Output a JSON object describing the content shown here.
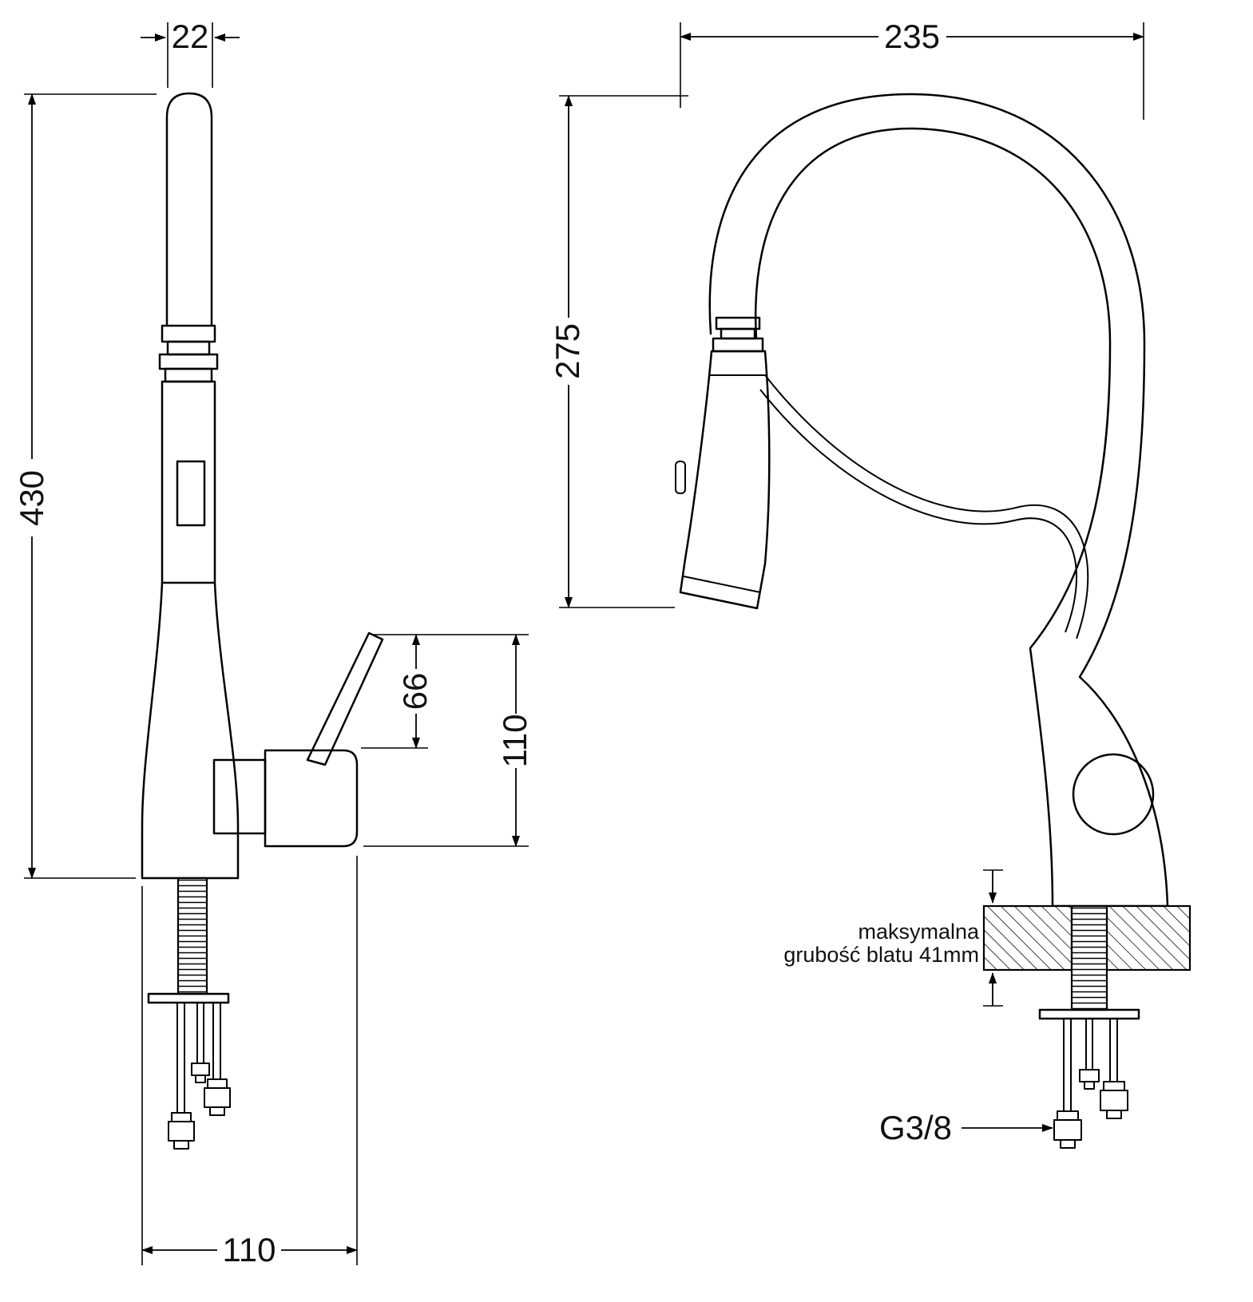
{
  "page": {
    "background": "#ffffff",
    "line_color": "#000000"
  },
  "left_view": {
    "dim_spout_width": "22",
    "dim_total_height": "430",
    "dim_lever_height": "66",
    "dim_handle_height": "110",
    "dim_base_width": "110"
  },
  "right_view": {
    "dim_reach": "235",
    "dim_spout_height": "275",
    "counter_note_line1": "maksymalna",
    "counter_note_line2": "grubość blatu 41mm",
    "connector_label": "G3/8"
  }
}
